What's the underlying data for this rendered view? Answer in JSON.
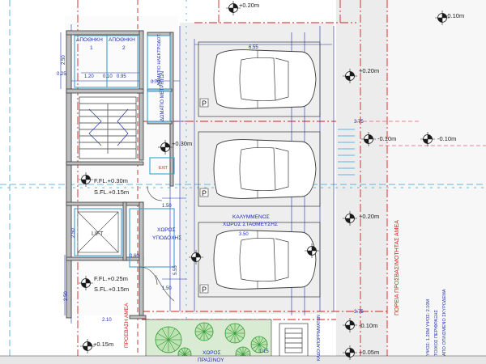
{
  "colors": {
    "wall": "#3a3a3a",
    "wall_fill": "#bdbdbd",
    "dimension": "#1f2fae",
    "axis": "#d02020",
    "cyan": "#39a3d6",
    "pavement": "#e3e3e3",
    "floor": "#f4f4f4",
    "garden": "#d9ecd3",
    "tree": "#2e9a2e",
    "label": "#1f2fae"
  },
  "rooms": {
    "storage_1": "ΑΠΟΘΗΚΗ",
    "storage_1_num": "1",
    "storage_2": "ΑΠΟΘΗΚΗ",
    "storage_2_num": "2",
    "meter_room_top": "ΔΩΜΑΤΙΟ ΗΛΕΚΤΡΟΔΟΤ.",
    "meter_room": "ΔΩΜΑΤΙΟ ΜΕΤΡΗΤΩΝ",
    "lift": "LIFT",
    "reception_1": "ΧΩΡΟΣ",
    "reception_2": "ΥΠΟΔΟΧΗΣ",
    "parking_1": "ΚΑΛΥΜΜΕΝΟΣ",
    "parking_2": "ΧΩΡΟΣ ΣΤΑΘΜΕΥΣΗΣ",
    "garden_1": "ΧΩΡΟΣ",
    "garden_2": "ΠΡΑΣΙΝΟΥ",
    "exit_sign": "EXIT",
    "ramp_label": "ΠΟΡΕΙΑ ΠΡΟΣΒΑΣΙΜΟΤΗΤΑΣ ΑΜΕΑ",
    "ramp_label_left": "ΠΡΟΣΒΑΣΗ ΑΜΕΑ",
    "wall_note_1": "ΤΟΙΧΟΣ ΠΕΡΙΦΡΑΞΗΣ",
    "wall_note_2": "ΥΨΟΣ: 1.20Μ ΥΨΟΣ: 2.10Μ",
    "wall_note_3": "ΑΠΟ ΟΠΛΙΣΜΕΝΟ ΣΚΥΡΟΔΕΜΑ",
    "bin_note": "ΚΑΔΟΙ ΑΠΟΡΡΙΜΜΑΤΩΝ"
  },
  "levels": {
    "top": "+0.20m",
    "right_1": "+0.20m",
    "right_2": "-0.10m",
    "right_3": "-0.10m",
    "right_4": "+0.20m",
    "right_5": "-0.10m",
    "right_6": "+0.05m",
    "mid_left": "+0.30m",
    "ffl_1": "F.FL.+0.30m",
    "sfl_1": "S.FL.+0.15m",
    "ffl_2": "F.FL.+0.25m",
    "sfl_2": "S.FL.+0.15m",
    "bottom_left": "+0.15m",
    "bottom_right": "+0.10m"
  },
  "dimensions": {
    "d1": "2.50",
    "d2": "1.20",
    "d3": "0.10",
    "d4": "0.95",
    "d5": "0.25",
    "d6": "0.70",
    "d7": "6.55",
    "d8": "2.50",
    "d9": "1.50",
    "d10": "1.50",
    "d11": "3.50",
    "d12": "5.55",
    "d13": "2.50",
    "d14": "3.75",
    "d15": "3.75",
    "d16": "2.10",
    "d17": "0.60",
    "d18": "1.15"
  },
  "parking_markers": [
    "P",
    "P",
    "P"
  ]
}
